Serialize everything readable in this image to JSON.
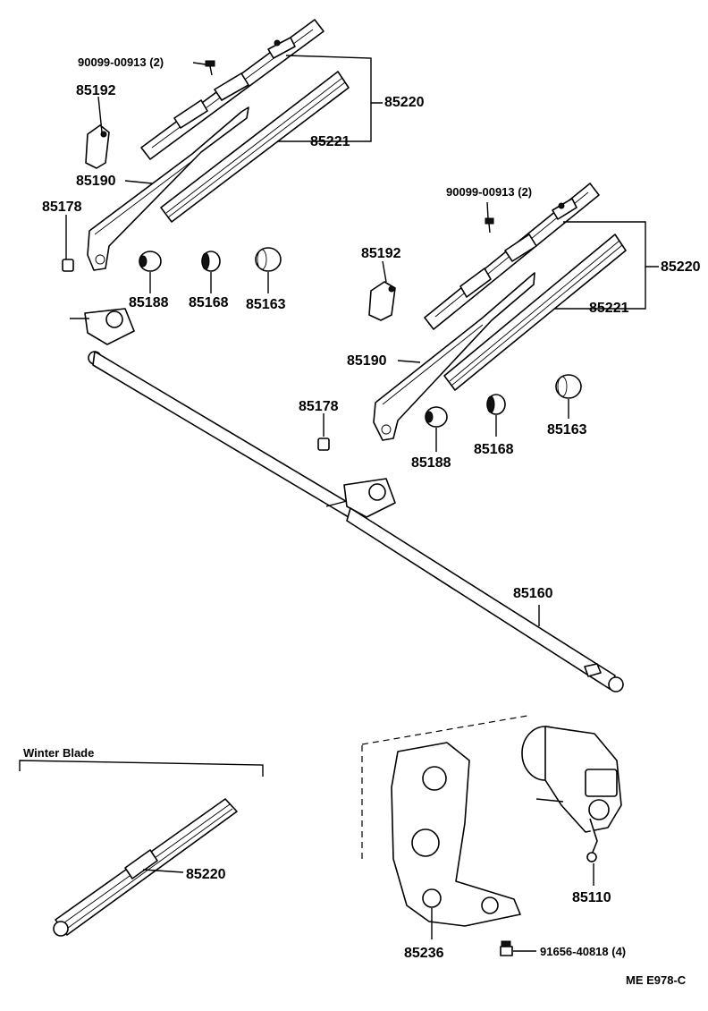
{
  "labels": {
    "bolt_left": "90099-00913 (2)",
    "bolt_right": "90099-00913 (2)",
    "blade_assy_left": "85220",
    "blade_assy_right": "85220",
    "blade_refill_left": "85221",
    "blade_refill_right": "85221",
    "cap_left": "85192",
    "cap_right": "85192",
    "arm_left": "85190",
    "arm_right": "85190",
    "nut_left": "85178",
    "nut_right": "85178",
    "bushing_left": "85188",
    "bushing_right": "85188",
    "washer_left": "85168",
    "washer_right": "85168",
    "grommet_left": "85163",
    "grommet_right": "85163",
    "link": "85160",
    "winter_blade_title": "Winter Blade",
    "winter_blade": "85220",
    "motor": "85110",
    "bracket": "85236",
    "motor_bolt": "91656-40818 (4)",
    "diagram_code": "ME E978-C"
  }
}
